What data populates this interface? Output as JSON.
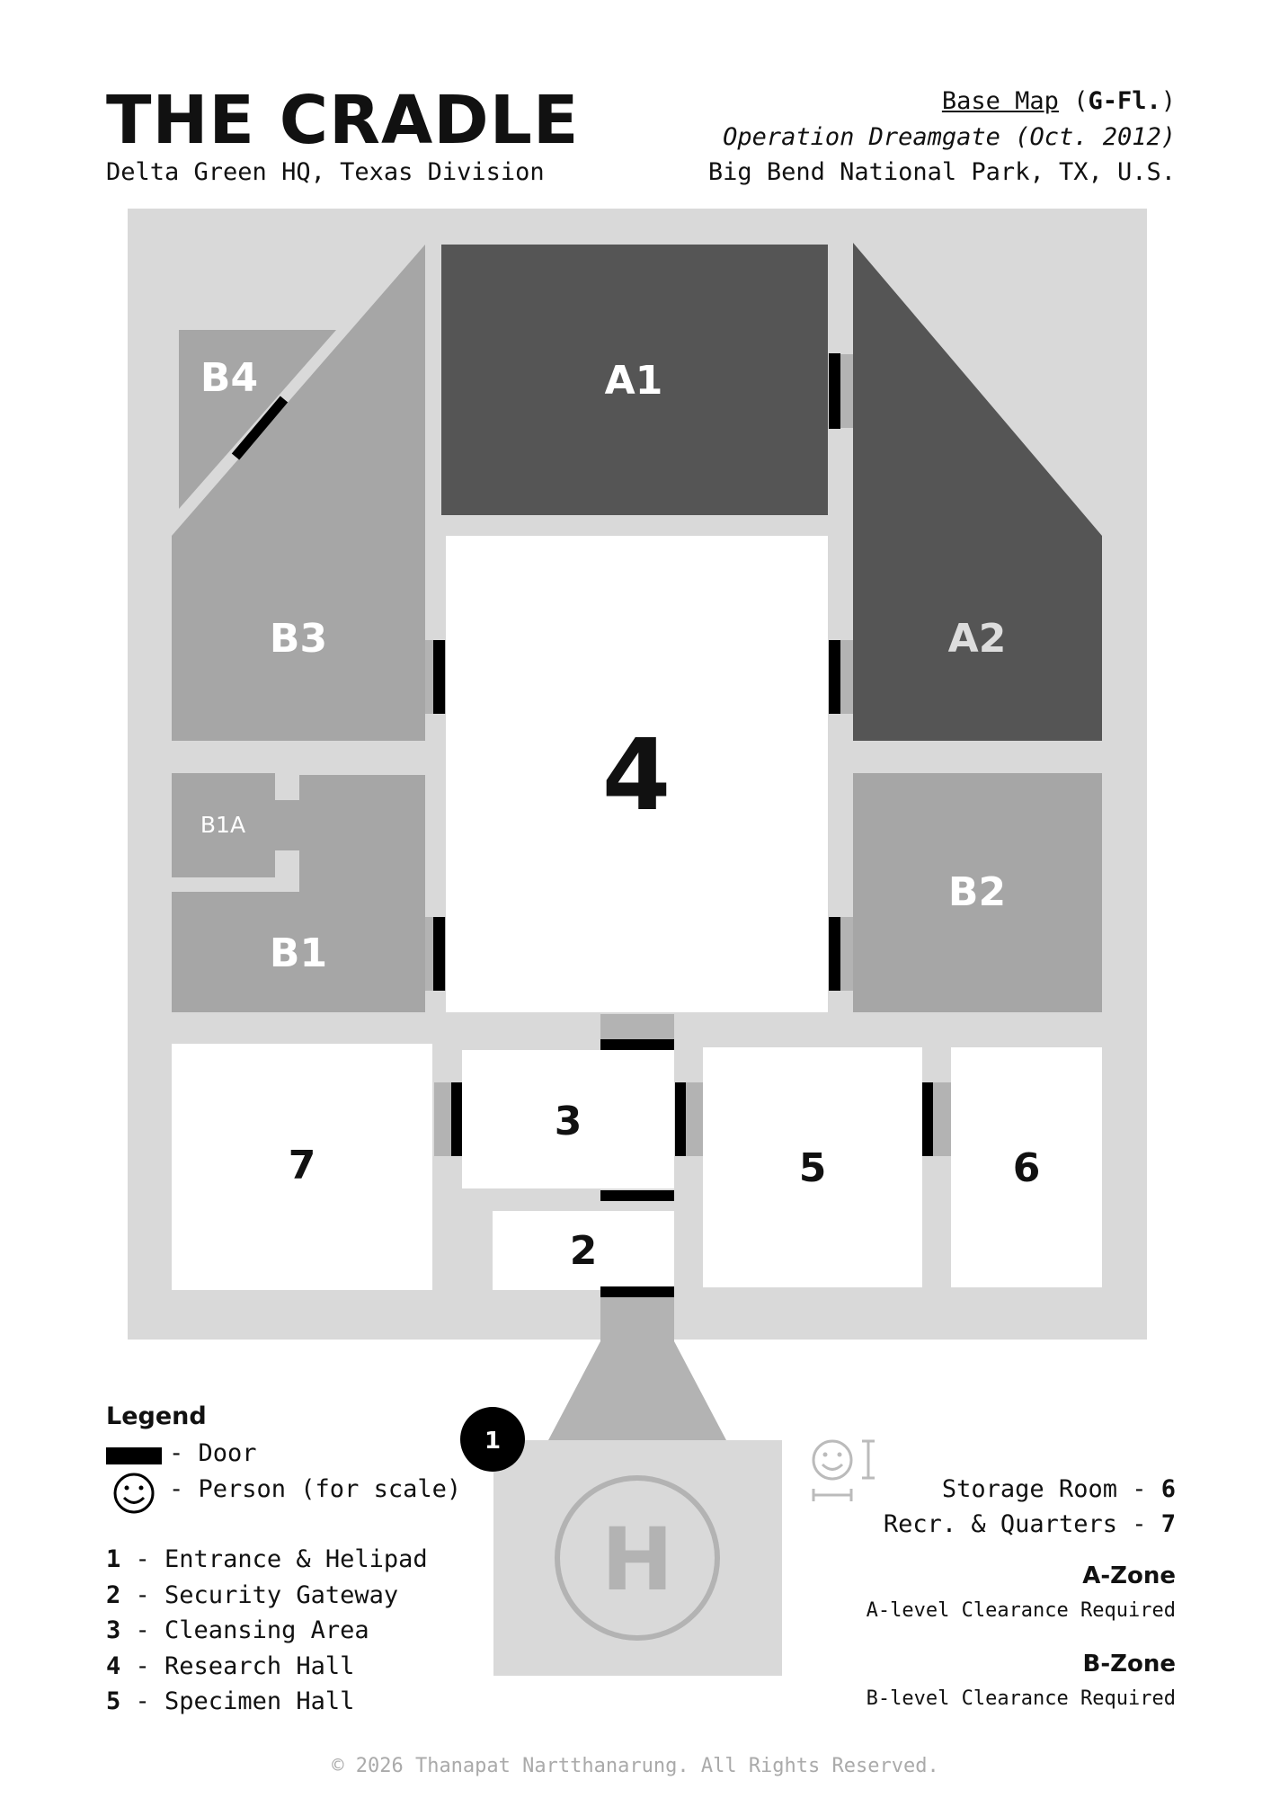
{
  "header": {
    "title": "THE CRADLE",
    "subtitle": "Delta Green HQ, Texas Division",
    "map_name": "Base Map",
    "floor": "G-Fl.",
    "operation": "Operation Dreamgate (Oct. 2012)",
    "location": "Big Bend National Park, TX, U.S."
  },
  "rooms": {
    "A1": "A1",
    "A2": "A2",
    "B1": "B1",
    "B1A": "B1A",
    "B2": "B2",
    "B3": "B3",
    "B4": "B4",
    "r2": "2",
    "r3": "3",
    "r4": "4",
    "r5": "5",
    "r6": "6",
    "r7": "7",
    "helipad": "H",
    "entrance_marker": "1"
  },
  "legend": {
    "title": "Legend",
    "door": "- Door",
    "person": "- Person (for scale)",
    "items": [
      {
        "num": "1",
        "label": "- Entrance & Helipad"
      },
      {
        "num": "2",
        "label": "- Security Gateway"
      },
      {
        "num": "3",
        "label": "- Cleansing Area"
      },
      {
        "num": "4",
        "label": "- Research Hall"
      },
      {
        "num": "5",
        "label": "- Specimen Hall"
      }
    ],
    "right_items": [
      {
        "label": "Storage Room - ",
        "num": "6"
      },
      {
        "label": "Recr. & Quarters - ",
        "num": "7"
      }
    ],
    "zones": [
      {
        "name": "A-Zone",
        "desc": "A-level Clearance Required"
      },
      {
        "name": "B-Zone",
        "desc": "B-level Clearance Required"
      }
    ]
  },
  "colors": {
    "background": "#d9d9d9",
    "a_zone": "#555555",
    "b_zone": "#a6a6a6",
    "corridor": "#b3b3b3",
    "open_room": "#ffffff",
    "door": "#000000",
    "helipad": "#d9d9d9"
  },
  "footer": {
    "copyright": "© 2026 Thanapat Nartthanarung. All Rights Reserved."
  }
}
